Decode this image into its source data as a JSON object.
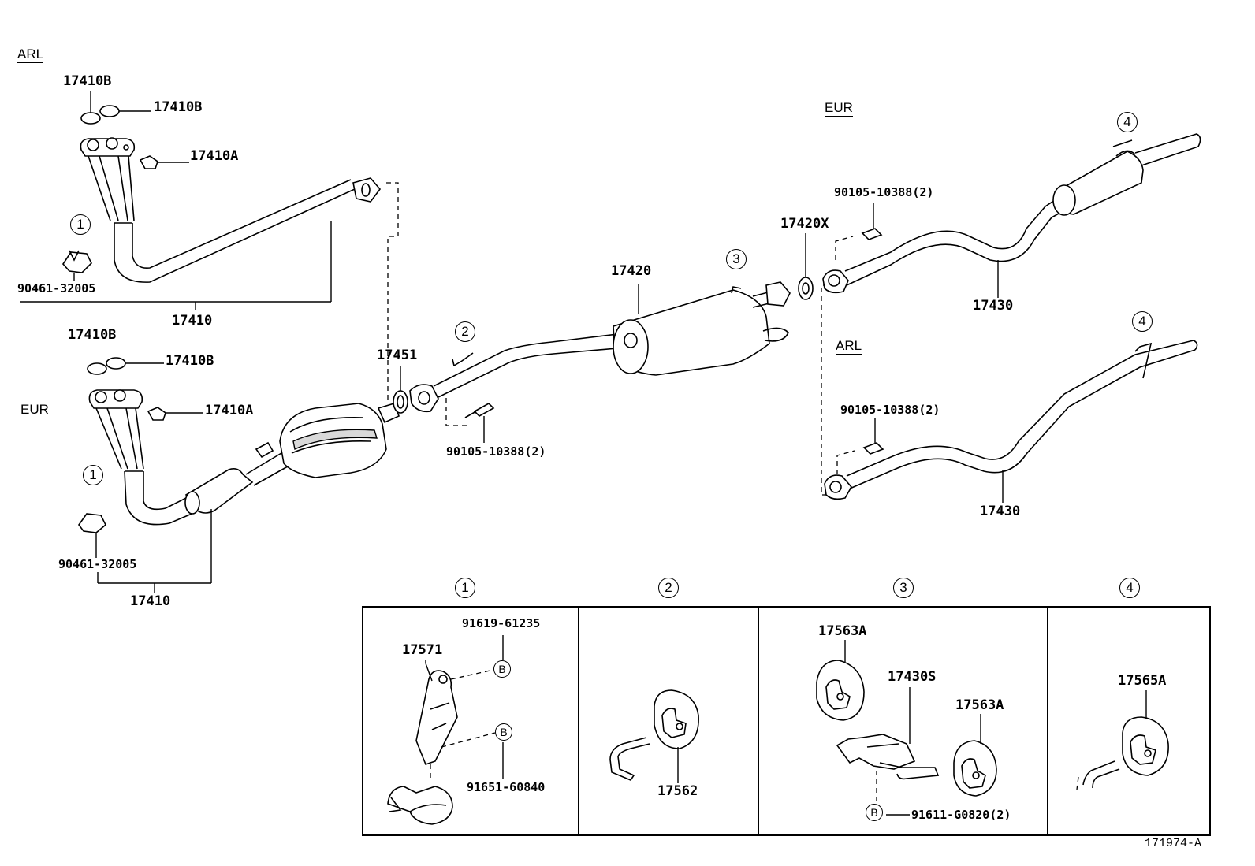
{
  "variants": {
    "arl_top": "ARL",
    "eur_left": "EUR",
    "eur_right": "EUR",
    "arl_right": "ARL"
  },
  "parts": {
    "p17410B_1": "17410B",
    "p17410B_2": "17410B",
    "p17410A_1": "17410A",
    "p90461_1": "90461-32005",
    "p17410_1": "17410",
    "p17410B_3": "17410B",
    "p17410B_4": "17410B",
    "p17410A_2": "17410A",
    "p90461_2": "90461-32005",
    "p17410_2": "17410",
    "p17451": "17451",
    "p90105_mid": "90105-10388(2)",
    "p17420": "17420",
    "p17420X": "17420X",
    "p90105_eur": "90105-10388(2)",
    "p17430_eur": "17430",
    "p90105_arl": "90105-10388(2)",
    "p17430_arl": "17430"
  },
  "callouts": {
    "c1_top": "1",
    "c1_bottom": "1",
    "c2": "2",
    "c3": "3",
    "c4_top": "4",
    "c4_bottom": "4"
  },
  "details": {
    "d1": {
      "number": "1",
      "p17571": "17571",
      "p91619": "91619-61235",
      "p91651": "91651-60840",
      "b1": "B",
      "b2": "B"
    },
    "d2": {
      "number": "2",
      "p17562": "17562"
    },
    "d3": {
      "number": "3",
      "p17563A_1": "17563A",
      "p17430S": "17430S",
      "p17563A_2": "17563A",
      "p91611": "91611-G0820(2)",
      "b": "B"
    },
    "d4": {
      "number": "4",
      "p17565A": "17565A"
    }
  },
  "figure_id": "171974-A"
}
